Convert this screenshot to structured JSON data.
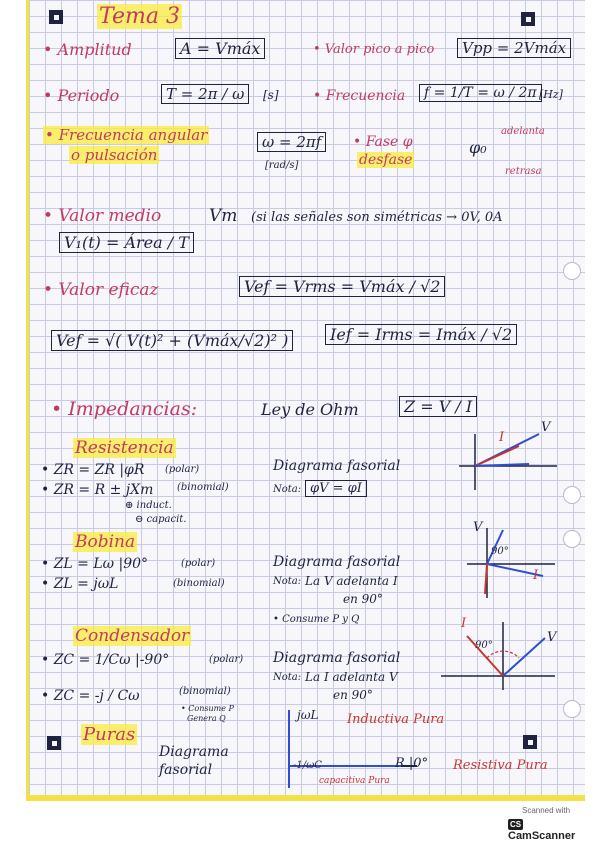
{
  "title": "Tema 3",
  "row1": {
    "amplitud_label": "• Amplitud",
    "amplitud_formula": "A = Vmáx",
    "pico_label": "• Valor pico a pico",
    "pico_formula": "Vpp = 2Vmáx"
  },
  "row2": {
    "periodo_label": "• Periodo",
    "periodo_formula": "T = 2π / ω",
    "periodo_unit": "[s]",
    "frecuencia_label": "• Frecuencia",
    "frecuencia_formula": "f = 1/T = ω / 2π",
    "frecuencia_unit": "[Hz]"
  },
  "row3": {
    "angular_label_1": "• Frecuencia angular",
    "angular_label_2": "o pulsación",
    "angular_formula": "ω = 2πf",
    "angular_unit": "[rad/s]",
    "fase_label": "• Fase φ",
    "desfase_label": "desfase",
    "fase_formula": "φ₀",
    "adelanta": "adelanta",
    "retrasa": "retrasa"
  },
  "medio": {
    "label": "• Valor medio",
    "symbol": "Vm",
    "note": "(si las señales son simétricas → 0V, 0A",
    "formula": "V₁(t) = Área / T"
  },
  "eficaz": {
    "label": "• Valor eficaz",
    "formula_v": "Vef = Vrms = Vmáx / √2",
    "formula_big": "Vef = √( V(t)² + (Vmáx/√2)² )",
    "formula_i": "Ief = Irms = Imáx / √2"
  },
  "impedancias": {
    "label": "• Impedancias:",
    "ley": "Ley de Ohm",
    "formula": "Z = V / I"
  },
  "resistencia": {
    "heading": "Resistencia",
    "line1": "• ZR = ZR |φR",
    "line1_note": "(polar)",
    "line2": "• ZR = R ± jXm",
    "line2_note": "(binomial)",
    "sub1": "⊕ induct.",
    "sub2": "⊖ capacit.",
    "diagrama": "Diagrama fasorial",
    "nota_label": "Nota:",
    "nota": "φV = φI",
    "v": "V",
    "i": "I"
  },
  "bobina": {
    "heading": "Bobina",
    "line1": "• ZL = Lω |90°",
    "line1_note": "(polar)",
    "line2": "• ZL = jωL",
    "line2_note": "(binomial)",
    "diagrama": "Diagrama fasorial",
    "nota_label": "Nota:",
    "nota_1": "La V adelanta I",
    "nota_2": "en 90°",
    "consume": "• Consume P y Q",
    "angle": "90°",
    "v": "V",
    "i": "I"
  },
  "condensador": {
    "heading": "Condensador",
    "line1": "• ZC = 1/Cω |-90°",
    "line1_note": "(polar)",
    "line2": "• ZC = -j / Cω",
    "line2_note": "(binomial)",
    "consume_1": "• Consume P",
    "consume_2": "Genera Q",
    "diagrama": "Diagrama fasorial",
    "nota_label": "Nota:",
    "nota_1": "La I adelanta V",
    "nota_2": "en 90°",
    "angle": "90°",
    "v": "V",
    "i": "I"
  },
  "puras": {
    "heading": "Puras",
    "diagrama_1": "Diagrama",
    "diagrama_2": "fasorial",
    "jwl": "jωL",
    "inductiva": "Inductiva Pura",
    "r": "R |0°",
    "resistiva": "Resistiva Pura",
    "wc": "-1/ωC",
    "capacitiva": "capacitiva Pura"
  },
  "scanner": {
    "scanned_with": "Scanned with",
    "brand_badge": "CS",
    "brand": "CamScanner"
  },
  "colors": {
    "ink": "#1f2240",
    "pink": "#c23a64",
    "red": "#c9352d",
    "highlight": "#f5e53c"
  }
}
